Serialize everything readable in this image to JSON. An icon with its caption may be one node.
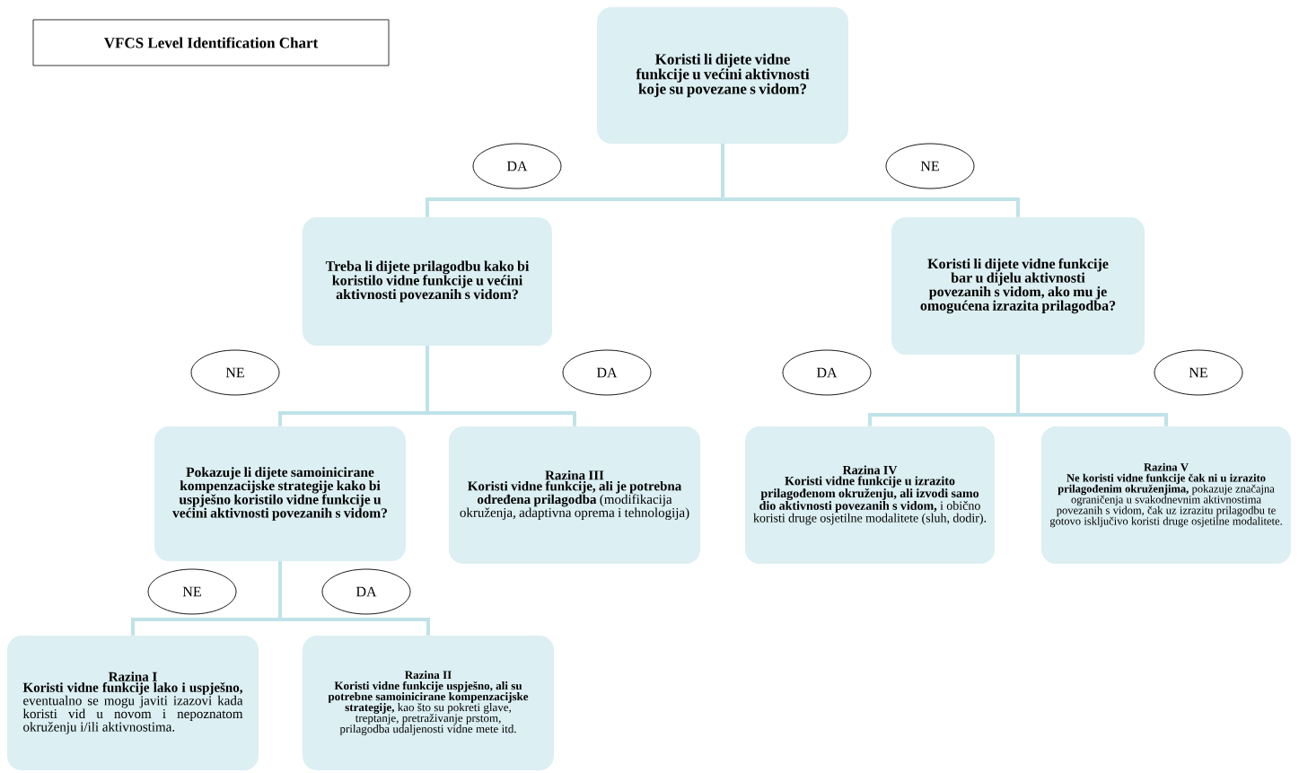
{
  "diagram": {
    "title": "VFCS Level Identification Chart",
    "nodes": [
      {
        "text": [
          "Koristi li dijete vidne funkcije u većini aktivnosti koje su povezane s vidom?"
        ]
      },
      {
        "text": [
          "DA"
        ]
      },
      {
        "text": [
          "NE"
        ]
      },
      {
        "text": [
          "Treba li dijete prilagodbu kako bi koristilo vidne funkcije u većini aktivnosti povezanih s vidom?"
        ]
      },
      {
        "text": [
          "Koristi li dijete vidne funkcije bar u dijelu aktivnosti povezanih s vidom, ako mu je omogućena izrazita prilagodba?"
        ]
      },
      {
        "text": [
          "NE"
        ]
      },
      {
        "text": [
          "DA"
        ]
      },
      {
        "text": [
          "DA"
        ]
      },
      {
        "text": [
          "NE"
        ]
      },
      {
        "text": [
          "Pokazuje li dijete samoinicirane kompenzacijske strategije kako bi uspješno koristilo vidne funkcije u većini aktivnosti povezanih s vidom?"
        ]
      },
      {
        "text": [
          "Razina III",
          "**Koristi vidne funkcije, ali je potrebna određena prilagodba** (modifikacija okruženja, adaptivna oprema i tehnologija)"
        ]
      },
      {
        "text": [
          "Razina IV",
          "**Koristi vidne funkcije u izrazito prilagođenom okruženju, ali izvodi samo dio aktivnosti povezanih s vidom,** i obično koristi druge osjetilne modalitete (sluh, dodir)."
        ]
      },
      {
        "text": [
          "Razina V",
          "**Ne koristi vidne funkcije čak ni u izrazito prilagođenim okruženjima,** pokazuje značajna ograničenja u svakodnevnim aktivnostima povezanih s vidom, čak uz izrazitu prilagodbu te gotovo isključivo koristi druge osjetilne modalitete."
        ]
      },
      {
        "text": [
          "NE"
        ]
      },
      {
        "text": [
          "DA"
        ]
      },
      {
        "text": [
          "Razina I",
          "**Koristi vidne funkcije lako i uspješno,** eventualno se mogu javiti izazovi kada koristi vid u novom i nepoznatom okruženju i/ili aktivnostima."
        ]
      },
      {
        "text": [
          "Razina II",
          "**Koristi vidne funkcije uspješno, ali su potrebne samoinicirane kompenzacijske strategije,** kao što su pokreti glave, treptanje, pretraživanje prstom, prilagodba udaljenosti vidne mete itd."
        ]
      }
    ],
    "edges": [
      {
        "from": 0,
        "to": 3,
        "arrow": "none"
      },
      {
        "from": 0,
        "to": 4,
        "arrow": "none"
      },
      {
        "from": 3,
        "to": 9,
        "arrow": "none"
      },
      {
        "from": 3,
        "to": 10,
        "arrow": "none"
      },
      {
        "from": 4,
        "to": 11,
        "arrow": "none"
      },
      {
        "from": 4,
        "to": 12,
        "arrow": "none"
      },
      {
        "from": 9,
        "to": 15,
        "arrow": "none"
      },
      {
        "from": 9,
        "to": 16,
        "arrow": "none"
      }
    ]
  }
}
